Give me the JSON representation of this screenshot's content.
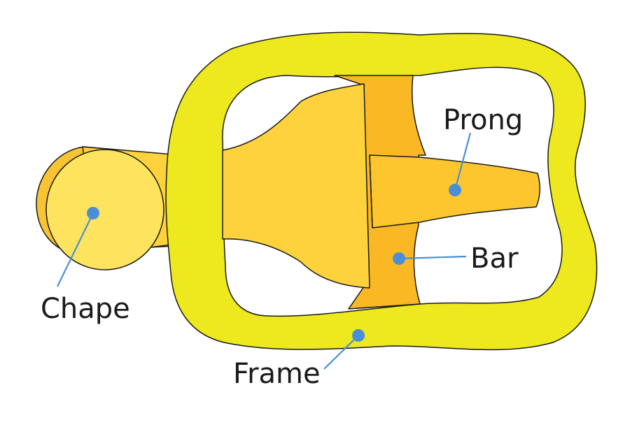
{
  "labels": {
    "prong": "Prong",
    "bar": "Bar",
    "chape": "Chape",
    "frame": "Frame"
  },
  "colors": {
    "frame": "#ede91e",
    "bar": "#fbb825",
    "prong": "#fdc62f",
    "chape_body": "#fdd23c",
    "chape_front": "#fde35e",
    "chape_side": "#f8c434",
    "leader": "#4a8fd6",
    "outline": "#1a1a1a"
  }
}
